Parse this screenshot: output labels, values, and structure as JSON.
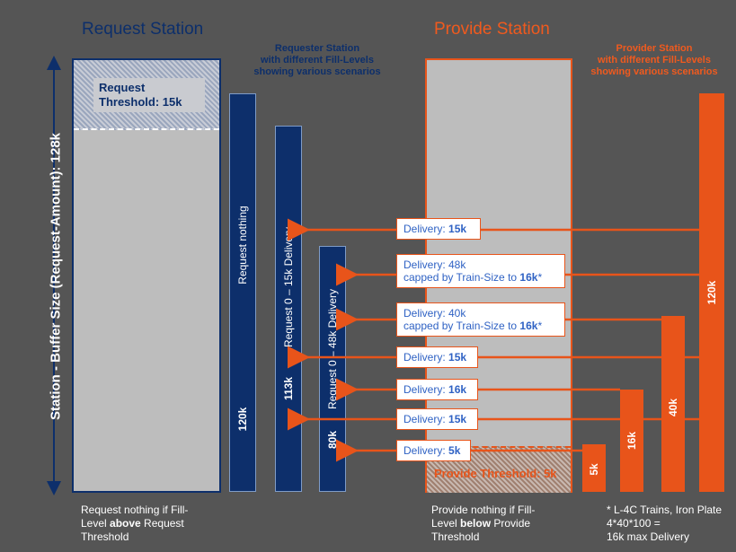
{
  "request_station": {
    "title": "Request Station",
    "threshold_line1": "Request",
    "threshold_line2": "Threshold: 15k",
    "note_line1": "Request nothing if Fill-",
    "note_line2_prefix": "Level ",
    "note_line2_bold": "above",
    "note_line2_suffix": " Request",
    "note_line3": "Threshold"
  },
  "requester_subtitle": {
    "line1": "Requester Station",
    "line2": "with different Fill-Levels",
    "line3": "showing various scenarios"
  },
  "buffer_axis_label": "Station - Buffer Size (Request-Amount): 128k",
  "requester_bars": [
    {
      "value": "120k",
      "label": "Request nothing"
    },
    {
      "value": "113k",
      "label": "Request 0 – 15k Delivery"
    },
    {
      "value": "80k",
      "label": "Request 0 – 48k Delivery"
    }
  ],
  "provide_station": {
    "title": "Provide Station",
    "threshold": "Provide Threshold: 5k",
    "note_line1": "Provide nothing if Fill-",
    "note_line2_prefix": "Level ",
    "note_line2_bold": "below",
    "note_line2_suffix": " Provide",
    "note_line3": "Threshold"
  },
  "provider_subtitle": {
    "line1": "Provider Station",
    "line2": "with different Fill-Levels",
    "line3": "showing various scenarios"
  },
  "provider_bars": [
    "120k",
    "40k",
    "16k",
    "5k"
  ],
  "deliveries": [
    {
      "prefix": "Delivery: ",
      "value": "15k"
    },
    {
      "line1": "Delivery: 48k",
      "line2_prefix": "capped by Train-Size to ",
      "line2_value": "16k",
      "line2_suffix": "*"
    },
    {
      "line1": "Delivery: 40k",
      "line2_prefix": "capped by Train-Size to ",
      "line2_value": "16k",
      "line2_suffix": "*"
    },
    {
      "prefix": "Delivery: ",
      "value": "15k"
    },
    {
      "prefix": "Delivery: ",
      "value": "16k"
    },
    {
      "prefix": "Delivery: ",
      "value": "15k"
    },
    {
      "prefix": "Delivery: ",
      "value": "5k"
    }
  ],
  "footnote": {
    "line1": "* L-4C Trains, Iron Plate",
    "line2": "4*40*100 =",
    "line3": "16k max Delivery"
  },
  "colors": {
    "blue": "#0d2f6b",
    "orange": "#e8541a",
    "grey_box": "#bdbdbd",
    "background": "#555555"
  }
}
